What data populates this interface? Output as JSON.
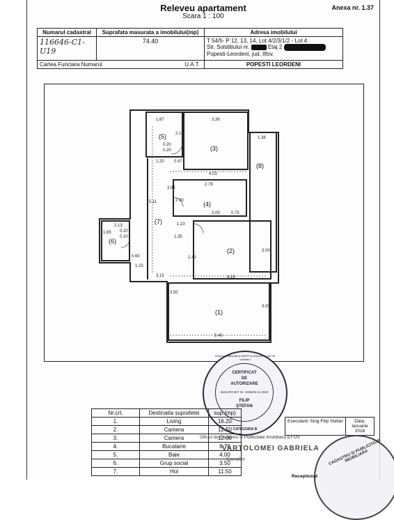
{
  "header": {
    "title": "Releveu apartament",
    "scale": "Scara 1 : 100",
    "annex": "Anexa nr. 1.37"
  },
  "info_table": {
    "col_cadastral": "Numarul cadastral",
    "col_area": "Suprafata masurata a imobilului(mp)",
    "col_address": "Adresa imobilului",
    "cadastral_value": "116646-C1-U19",
    "area_value": "74.40",
    "address_line1": "T 54/5- P 12, 13, 14, Lot 4/2/3/1/2 - Lot 4",
    "address_line2_a": "Str. Solstitiului nr.",
    "address_line2_b": "Etaj 2",
    "address_line3": "Popesti-Leordeni, jud. Ilfov.",
    "label_cf": "Cartea Funciara Numarul",
    "label_uat": "U.A.T.",
    "uat_value": "POPESTI LEORDENI"
  },
  "plan": {
    "rooms": [
      "(1)",
      "(2)",
      "(3)",
      "(4)",
      "(5)",
      "(6)",
      "(7)",
      "(8)"
    ],
    "dims": [
      "1.87",
      "3.36",
      "1.38",
      "2.14",
      "0.20",
      "0.20",
      "1.20",
      "0.47",
      "4.03",
      "2.78",
      "2.90",
      "2.05",
      "0.75",
      "1.23",
      "2.13",
      "0.20",
      "0.20",
      "1.65",
      "1.35",
      "5.11",
      "3.00",
      "2.40",
      "4.18",
      "1.23",
      "0.60",
      "3.15",
      "3.50",
      "3.00",
      "5.40",
      "3.94"
    ]
  },
  "stamp": {
    "top_text": "Uniunea Nationala a ANCPI si executa lucrari de cadastru",
    "l1": "CERTIFICAT",
    "l2": "DE",
    "l3": "AUTORIZARE",
    "l4": "Seria RO-B-F Nr. 0436/22.11.2010",
    "l5": "FILIP",
    "l6": "ŞTEFAN",
    "bottom_text": "CATEGORIA B"
  },
  "rooms_table": {
    "h_nr": "Nr.crt.",
    "h_dest": "Destinatia suprafetei",
    "h_sup": "sup.(mp)",
    "rows": [
      {
        "nr": "1.",
        "dest": "Living",
        "sup": "16.20"
      },
      {
        "nr": "2.",
        "dest": "Camera",
        "sup": "12.50"
      },
      {
        "nr": "3.",
        "dest": "Camera",
        "sup": "12.00"
      },
      {
        "nr": "4.",
        "dest": "Bucatarie",
        "sup": "8.70"
      },
      {
        "nr": "5.",
        "dest": "Baie",
        "sup": "4.00"
      },
      {
        "nr": "6.",
        "dest": "Grup social",
        "sup": "3.50"
      },
      {
        "nr": "7.",
        "dest": "Hol",
        "sup": "11.50"
      }
    ]
  },
  "office": {
    "text": "Oficiul de Cadastru si Publicitate Imobiliara ILFOV",
    "signer": "VARTOLOMEI GABRIELA",
    "role": "Consilier"
  },
  "executant": {
    "label": "Executant: Sing.Filip Stefan",
    "date_label": "Data:",
    "date_value": "Ianuarie 2016",
    "stamp_text": "CADASTRU SI PUBLICITATE IMOBILIARA",
    "receptionat": "Receptionat"
  }
}
